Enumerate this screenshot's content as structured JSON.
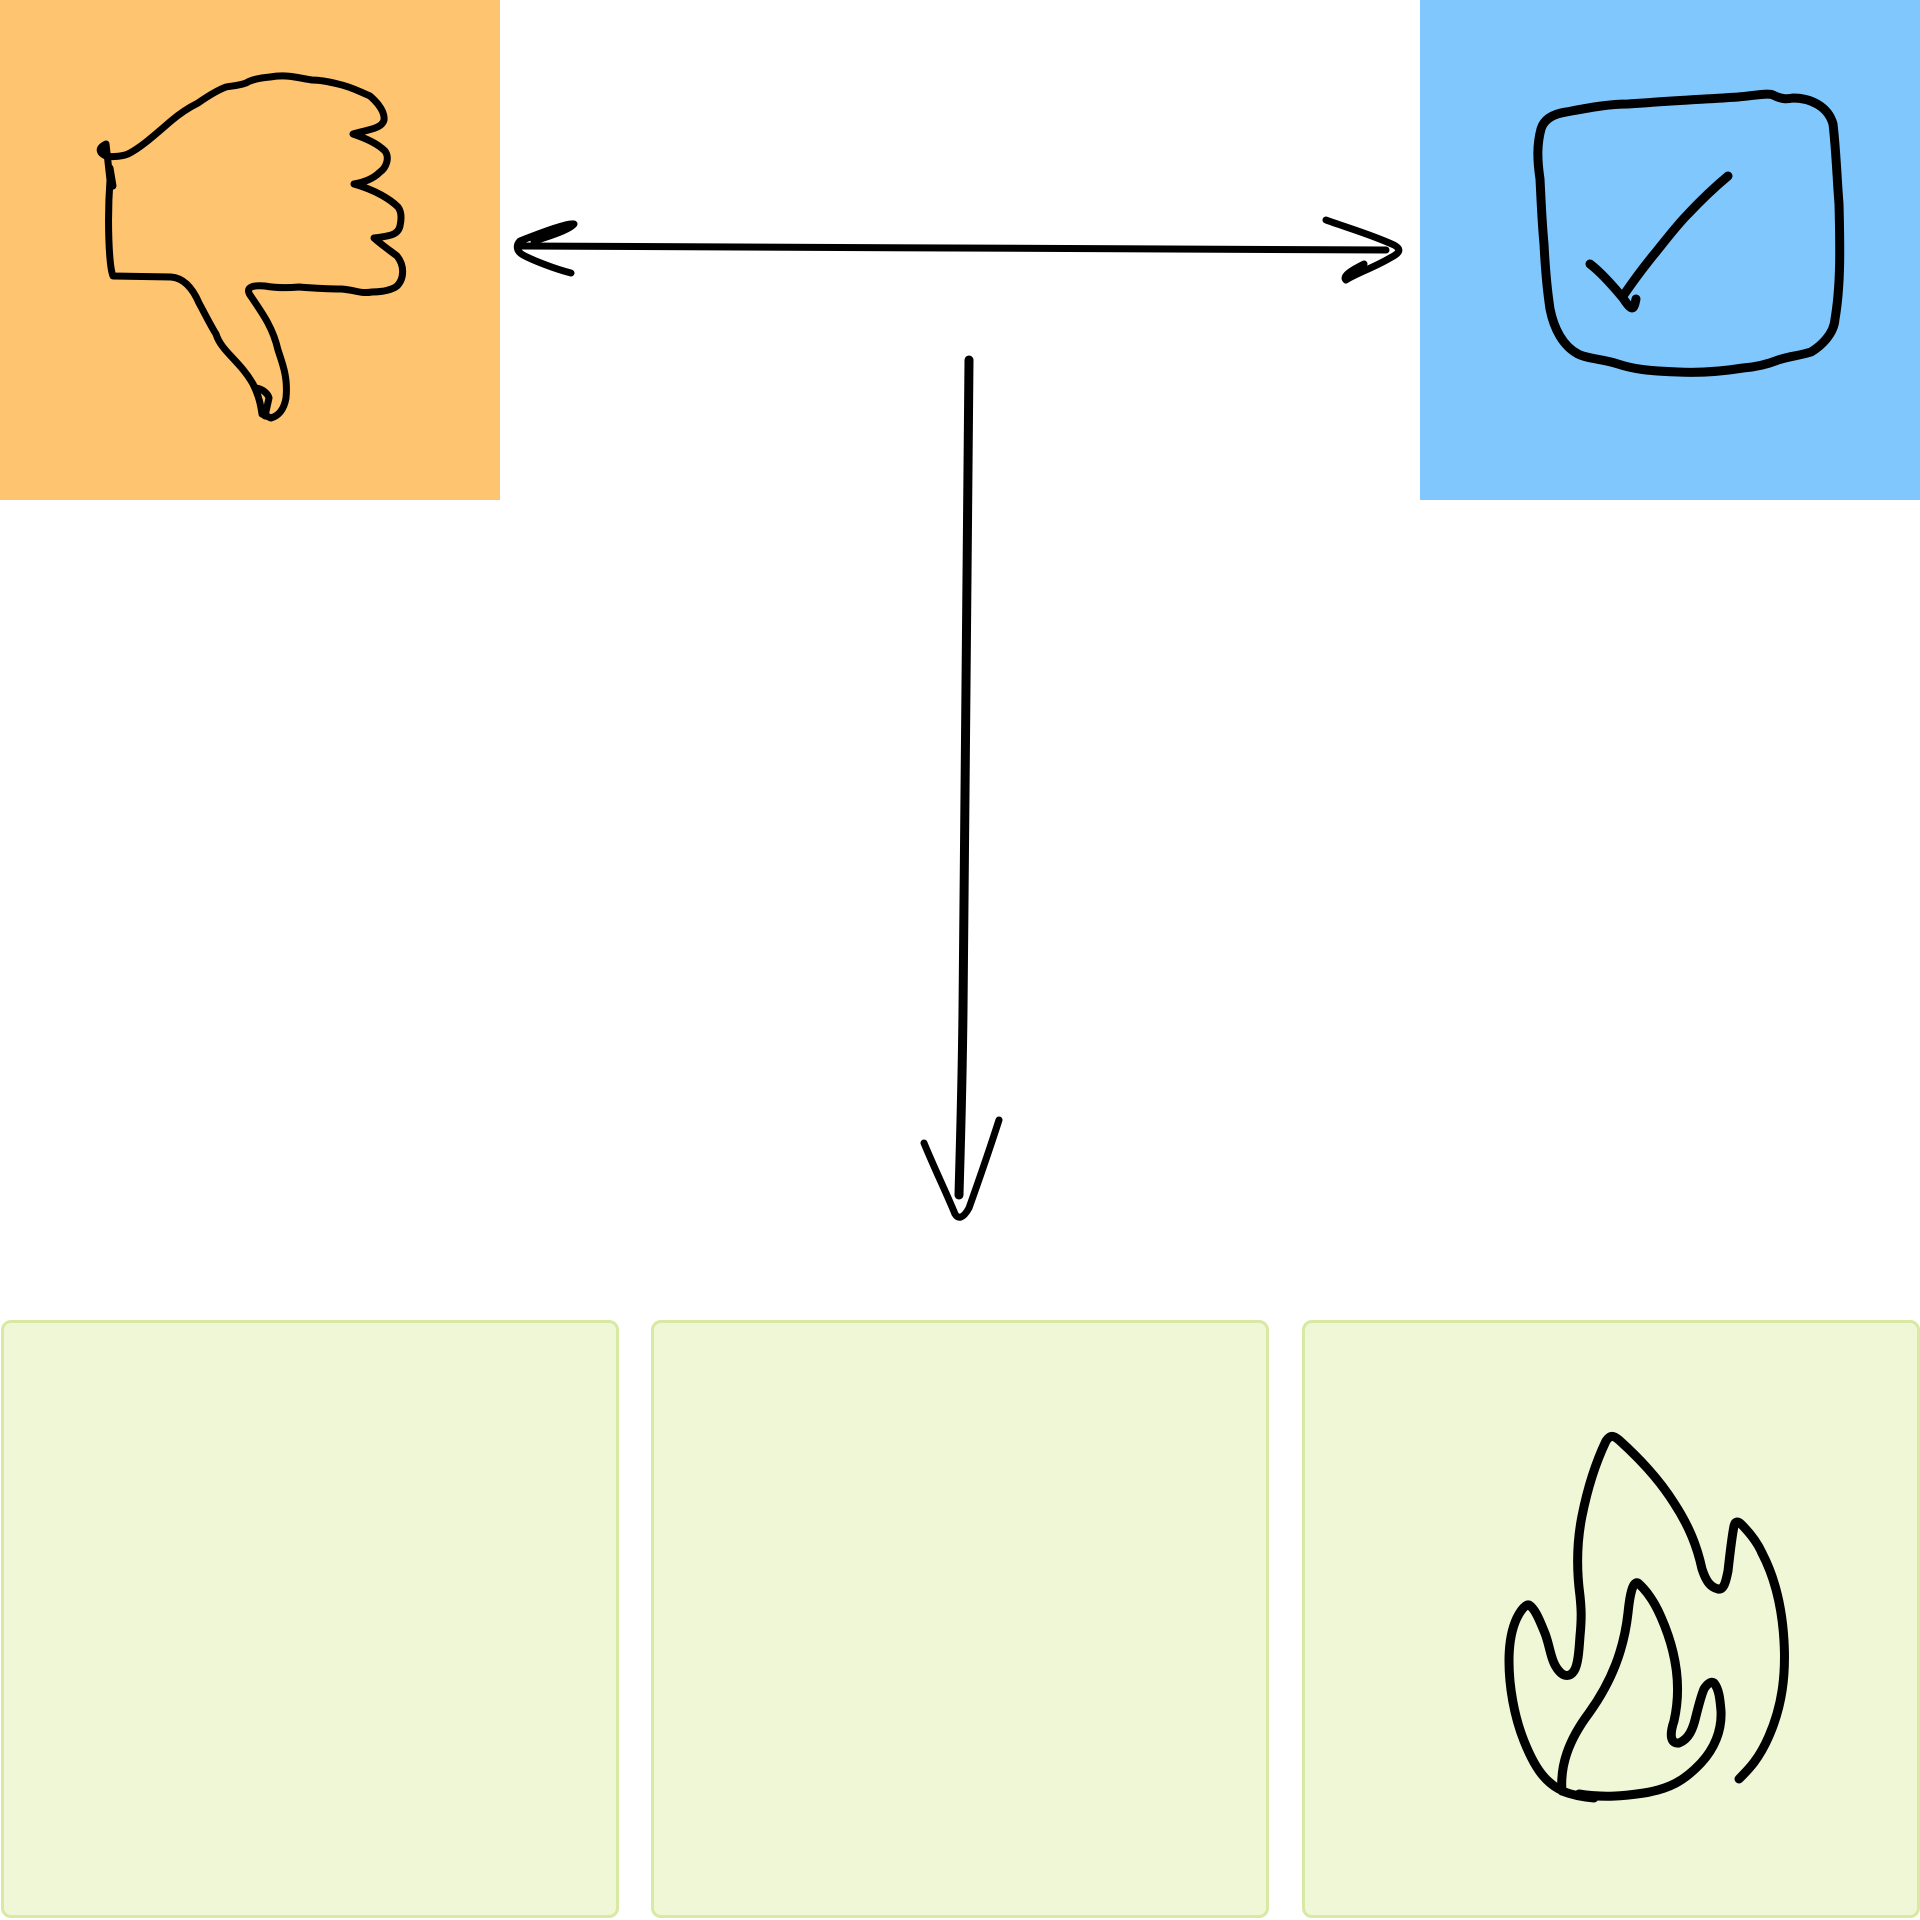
{
  "tiles": {
    "dislike": {
      "icon": "thumbs-down-icon",
      "color": "#fec46f"
    },
    "approve": {
      "icon": "checkbox-checked-icon",
      "color": "#80c7fe"
    }
  },
  "connectors": {
    "horizontal": {
      "type": "double-headed-arrow",
      "from": "dislike-tile",
      "to": "approve-tile"
    },
    "vertical": {
      "type": "arrow-down",
      "to": "drop-zones"
    }
  },
  "drop_zones": {
    "fill": "#f0f7d6",
    "border": "#d7e9a2",
    "items": [
      {
        "icon": null
      },
      {
        "icon": null
      },
      {
        "icon": "fire-icon"
      }
    ]
  }
}
